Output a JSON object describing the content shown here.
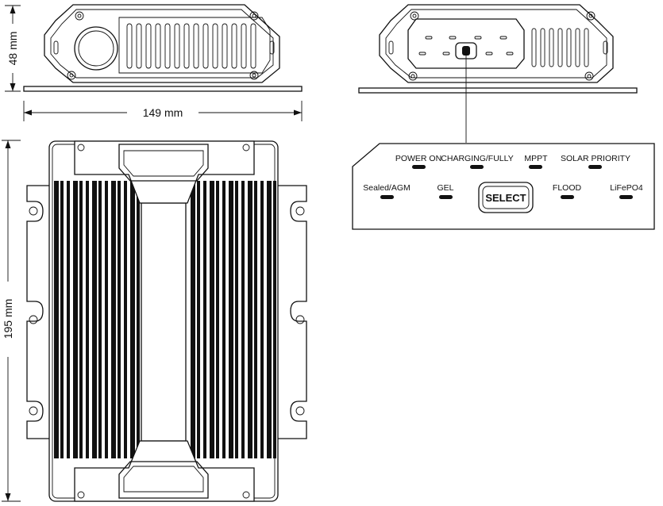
{
  "dimensions": {
    "height": "48 mm",
    "width": "149 mm",
    "length": "195 mm"
  },
  "panel": {
    "top_leds": [
      {
        "label": "POWER ON"
      },
      {
        "label": "CHARGING/FULLY"
      },
      {
        "label": "MPPT"
      },
      {
        "label": "SOLAR PRIORITY"
      }
    ],
    "bottom_leds": [
      {
        "label": "Sealed/AGM"
      },
      {
        "label": "GEL"
      },
      {
        "label": "FLOOD"
      },
      {
        "label": "LiFePO4"
      }
    ],
    "select_label": "SELECT"
  }
}
